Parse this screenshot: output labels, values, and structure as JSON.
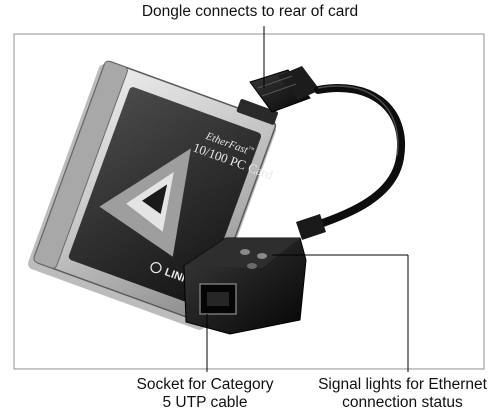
{
  "callouts": {
    "top": "Dongle connects to rear of card",
    "socket_line1": "Socket for Category",
    "socket_line2": "5 UTP cable",
    "signal_line1": "Signal lights for Ethernet",
    "signal_line2": "connection status"
  },
  "card": {
    "brand_line1": "EtherFast",
    "brand_tm": "™",
    "brand_line2": "10/100 PC Card",
    "logo_text": "LINKSYS",
    "logo_mark": "®"
  },
  "colors": {
    "photo_background": "#ffffff",
    "card_label": "#2a2a2a",
    "card_metal": "#c8c8c8",
    "dongle_body": "#111111",
    "callout_text": "#111111"
  }
}
